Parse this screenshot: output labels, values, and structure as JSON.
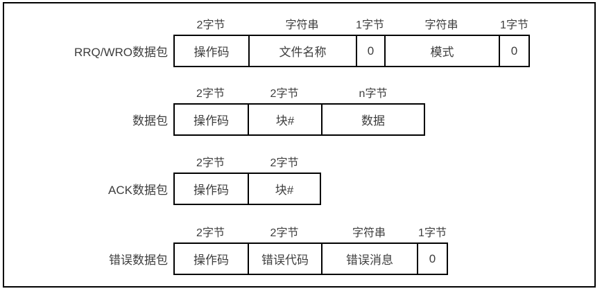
{
  "diagram": {
    "type": "packet-format-diagram",
    "colors": {
      "background": "#ffffff",
      "border": "#000000",
      "text": "#3d3d3d"
    }
  },
  "rows": [
    {
      "label": "RRQ/WRO数据包",
      "cells": [
        {
          "size": "2字节",
          "field": "操作码"
        },
        {
          "size": "字符串",
          "field": "文件名称"
        },
        {
          "size": "1字节",
          "field": "0"
        },
        {
          "size": "字符串",
          "field": "模式"
        },
        {
          "size": "1字节",
          "field": "0"
        }
      ]
    },
    {
      "label": "数据包",
      "cells": [
        {
          "size": "2字节",
          "field": "操作码"
        },
        {
          "size": "2字节",
          "field": "块#"
        },
        {
          "size": "n字节",
          "field": "数据"
        }
      ]
    },
    {
      "label": "ACK数据包",
      "cells": [
        {
          "size": "2字节",
          "field": "操作码"
        },
        {
          "size": "2字节",
          "field": "块#"
        }
      ]
    },
    {
      "label": "错误数据包",
      "cells": [
        {
          "size": "2字节",
          "field": "操作码"
        },
        {
          "size": "2字节",
          "field": "错误代码"
        },
        {
          "size": "字符串",
          "field": "错误消息"
        },
        {
          "size": "1字节",
          "field": "0"
        }
      ]
    }
  ]
}
